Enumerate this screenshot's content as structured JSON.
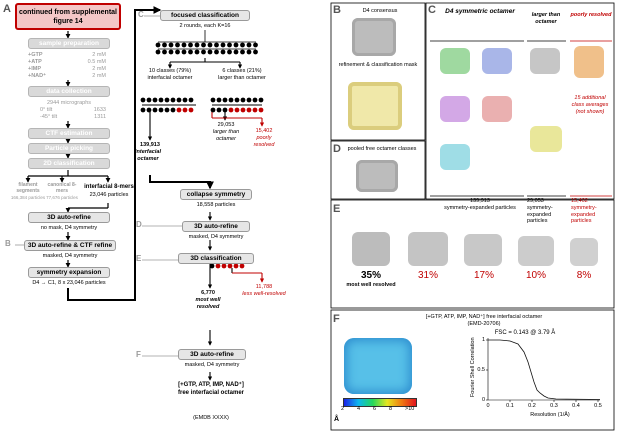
{
  "panel_letters": {
    "a": "A",
    "b": "B",
    "c": "C",
    "d": "D",
    "e": "E",
    "f": "F"
  },
  "panel_a": {
    "top_box": "continued from supplemental figure 14",
    "sample_prep": "sample preparation",
    "reagents": [
      {
        "name": "+GTP",
        "conc": "2 mM"
      },
      {
        "name": "+ATP",
        "conc": "0.5 mM"
      },
      {
        "name": "+IMP",
        "conc": "2 mM"
      },
      {
        "name": "+NAD⁺",
        "conc": "2 mM"
      }
    ],
    "data_collection": "data collection",
    "micrographs": "2944 micrographs",
    "tilts": [
      {
        "label": "0° tilt",
        "count": "1633"
      },
      {
        "label": "-45° tilt",
        "count": "1311"
      }
    ],
    "ctf": "CTF estimation",
    "picking": "Particle picking",
    "class2d": "2D classification",
    "branch1": {
      "name": "filament segments",
      "count": "166,384 particles"
    },
    "branch2": {
      "name": "canonical 8-mers",
      "count": "77,676 particles"
    },
    "branch3": {
      "name": "interfacial 8-mers",
      "count": "23,046 particles"
    },
    "autorefine": "3D auto-refine",
    "autorefine_sub": "no mask, D4 symmetry",
    "letter_b": "B",
    "refine_ctf": "3D auto-refine & CTF refine",
    "refine_ctf_sub": "masked, D4 symmetry",
    "sym_exp": "symmetry expansion",
    "sym_exp_sub": "D4 → C1, 8 x 23,046 particles"
  },
  "panel_mid": {
    "letter_c": "C",
    "focused": "focused classification",
    "focused_sub": "2 rounds, each K=16",
    "left_group": "10 classes (79%)",
    "left_group_name": "interfacial octamer",
    "right_group": "6 classes (21%)",
    "right_group_name": "larger than octamer",
    "count_interfacial": "139,913",
    "label_interfacial": "interfacial octamer",
    "count_larger": "29,053",
    "label_larger": "larger than octamer",
    "count_poor": "15,402",
    "label_poor": "poorly resolved",
    "collapse": "collapse symmetry",
    "collapse_sub": "18,558 particles",
    "letter_d": "D",
    "autorefine": "3D auto-refine",
    "autorefine_sub": "masked, D4 symmetry",
    "letter_e": "E",
    "class3d": "3D classification",
    "count_good": "6,770",
    "label_good": "most well resolved",
    "count_less": "11,788",
    "label_less": "less well-resolved",
    "letter_f": "F",
    "final_refine": "3D auto-refine",
    "final_refine_sub": "masked, D4 symmetry",
    "final_title": "[+GTP, ATP, IMP, NAD⁺] free interfacial octamer",
    "final_emdb": "(EMDB XXXX)"
  },
  "panel_b": {
    "title": "D4 consensus",
    "caption": "refinement & classification mask"
  },
  "panel_c": {
    "col1": "D4 symmetric octamer",
    "col2": "larger than octamer",
    "col3": "poorly resolved",
    "note": "15 additional class averages (not shown)",
    "count1": "139,913",
    "count1_label": "symmetry-expanded particles",
    "count2": "29,053",
    "count2_label": "symmetry-expanded particles",
    "count3": "15,402",
    "count3_label": "symmetry-expanded particles"
  },
  "panel_d": {
    "title": "pooled free octamer classes"
  },
  "panel_e": {
    "percents": [
      "35%",
      "31%",
      "17%",
      "10%",
      "8%"
    ],
    "best_label": "most well resolved"
  },
  "panel_f": {
    "title": "[+GTP, ATP, IMP, NAD⁺] free interfacial octamer",
    "emdb": "(EMD-20706)",
    "fsc_text": "FSC = 0.143 @ 3.79 Å",
    "ylabel": "Fourier Shell Correlation",
    "xlabel": "Resolution (1/Å)",
    "xticks": [
      "0",
      "0.1",
      "0.2",
      "0.3",
      "0.4",
      "0.5"
    ],
    "yticks": [
      "0",
      "0.5",
      "1"
    ],
    "colorbar_ticks": [
      "2",
      "4",
      "6",
      "8",
      ">10"
    ],
    "colorbar_unit": "Å"
  },
  "colors": {
    "accent_red": "#c00000",
    "box_gray": "#d9d9d9",
    "map_gray": "#bcbcbc",
    "mask_yellow": "#efe6a0"
  }
}
